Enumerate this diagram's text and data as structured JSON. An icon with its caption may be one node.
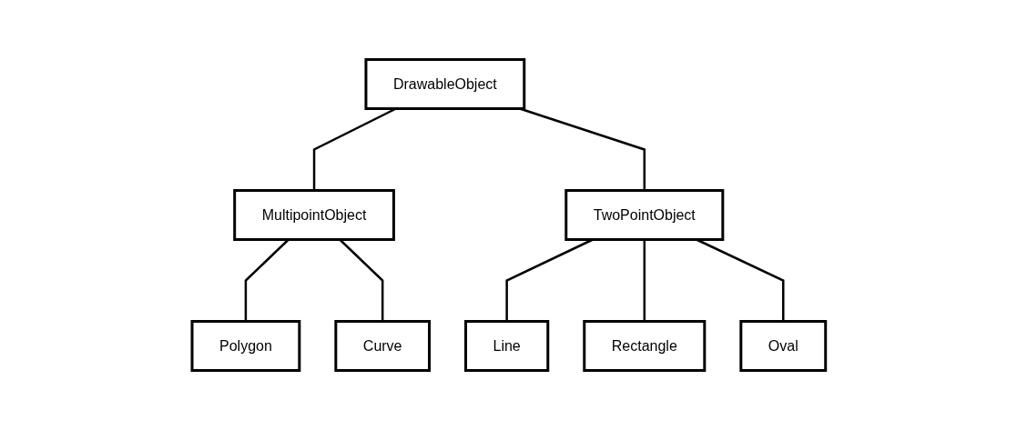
{
  "diagram": {
    "nodes": [
      {
        "text": [
          "DrawableObject"
        ]
      },
      {
        "text": [
          "MultipointObject"
        ]
      },
      {
        "text": [
          "TwoPointObject"
        ]
      },
      {
        "text": [
          "Polygon"
        ]
      },
      {
        "text": [
          "Curve"
        ]
      },
      {
        "text": [
          "Line"
        ]
      },
      {
        "text": [
          "Rectangle"
        ]
      },
      {
        "text": [
          "Oval"
        ]
      }
    ],
    "edges": [
      {
        "from": 0,
        "to": 1,
        "arrow": "none"
      },
      {
        "from": 0,
        "to": 2,
        "arrow": "none"
      },
      {
        "from": 1,
        "to": 3,
        "arrow": "none"
      },
      {
        "from": 1,
        "to": 4,
        "arrow": "none"
      },
      {
        "from": 2,
        "to": 5,
        "arrow": "none"
      },
      {
        "from": 2,
        "to": 6,
        "arrow": "none"
      },
      {
        "from": 2,
        "to": 7,
        "arrow": "none"
      }
    ]
  }
}
